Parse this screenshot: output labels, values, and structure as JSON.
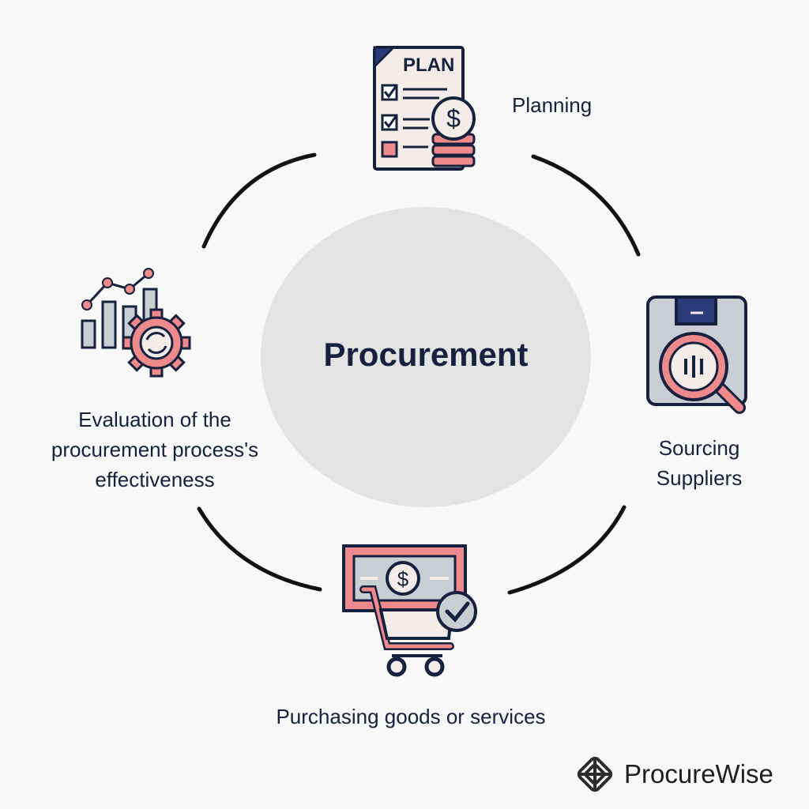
{
  "center": {
    "title": "Procurement"
  },
  "stages": {
    "planning": {
      "label": "Planning",
      "icon": "plan-document-icon",
      "icon_text": "PLAN"
    },
    "sourcing": {
      "line1": "Sourcing",
      "line2": "Suppliers",
      "icon": "box-search-icon"
    },
    "purchasing": {
      "label": "Purchasing goods or services",
      "icon": "money-cart-icon"
    },
    "evaluation": {
      "line1": "Evaluation of the",
      "line2": "procurement process's",
      "line3": "effectiveness",
      "icon": "chart-gear-icon"
    }
  },
  "brand": {
    "name": "ProcureWise",
    "icon": "procurewise-logo-icon"
  },
  "colors": {
    "navy": "#16213d",
    "pink": "#ef8a8c",
    "gray": "#c9cdd4",
    "circle": "#e3e3e3",
    "background": "#f8f8f8"
  }
}
